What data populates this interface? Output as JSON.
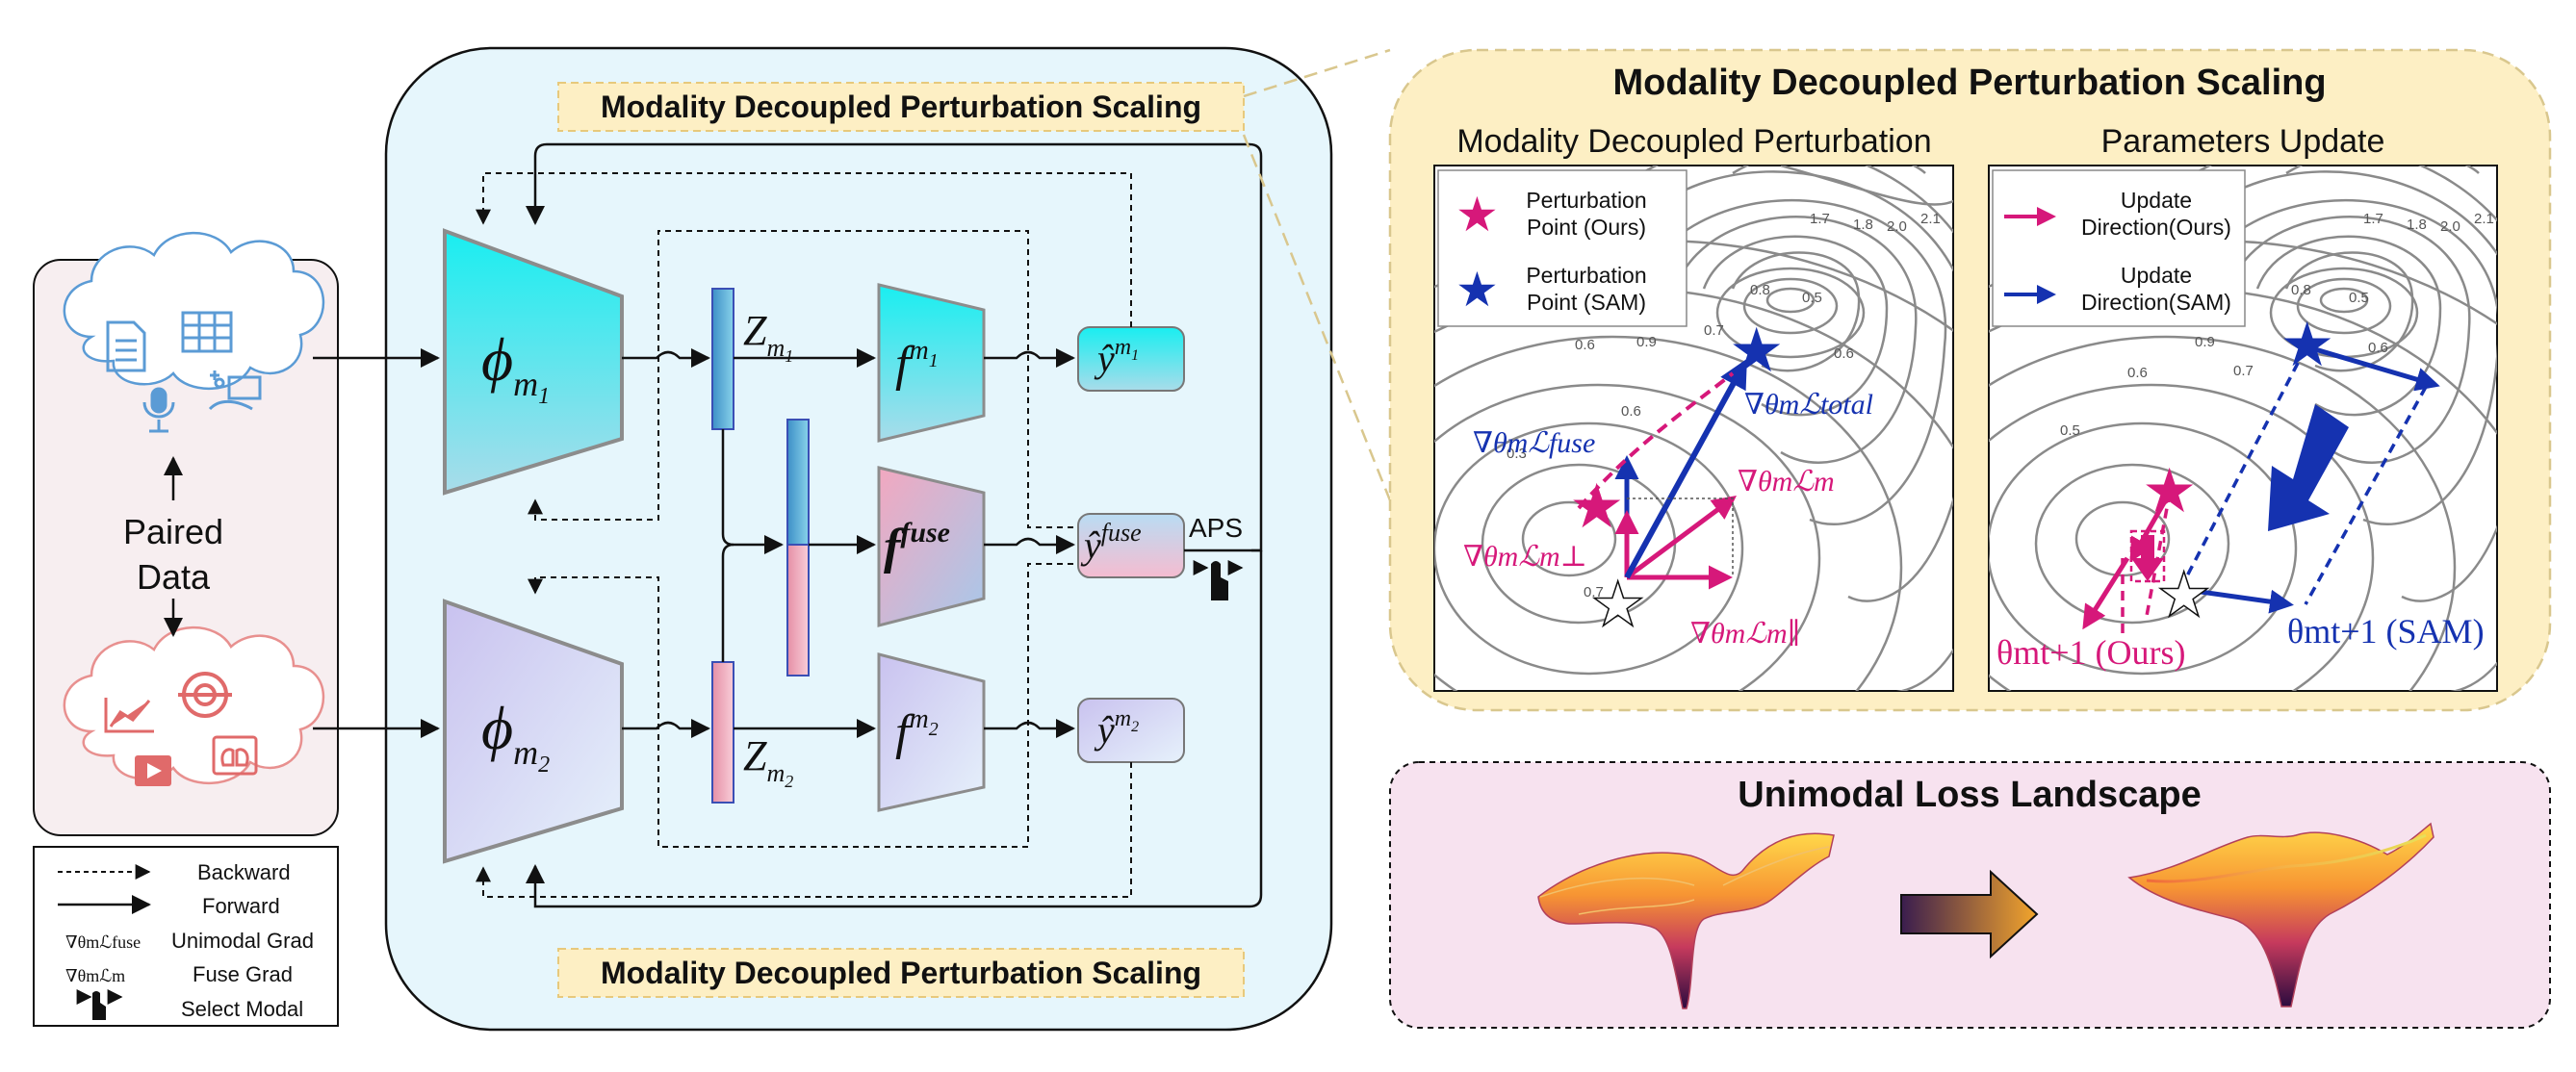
{
  "left_panel": {
    "paired_data_line1": "Paired",
    "paired_data_line2": "Data",
    "legend": {
      "backward": "Backward",
      "forward": "Forward",
      "unimodal_symbol": "∇θmℒfuse",
      "unimodal": "Unimodal Grad",
      "fuse_symbol": "∇θmℒm",
      "fuse": "Fuse Grad",
      "select": "Select Modal"
    }
  },
  "pipeline": {
    "top_banner": "Modality Decoupled Perturbation Scaling",
    "bottom_banner": "Modality Decoupled Perturbation Scaling",
    "encoder1": {
      "base": "ϕ",
      "sub": "m",
      "subsub": "1"
    },
    "encoder2": {
      "base": "ϕ",
      "sub": "m",
      "subsub": "2"
    },
    "z1": {
      "base": "Z",
      "sub": "m",
      "subsub": "1"
    },
    "z2": {
      "base": "Z",
      "sub": "m",
      "subsub": "2"
    },
    "head1": {
      "base": "f",
      "sup": "m",
      "supsub": "1"
    },
    "head_fuse": {
      "base": "f",
      "sup": "fuse"
    },
    "head2": {
      "base": "f",
      "sup": "m",
      "supsub": "2"
    },
    "y1": {
      "base": "ŷ",
      "sup": "m",
      "supsub": "1"
    },
    "y_fuse": {
      "base": "ŷ",
      "sup": "fuse"
    },
    "y2": {
      "base": "ŷ",
      "sup": "m",
      "supsub": "2"
    },
    "aps": "APS"
  },
  "mdps_panel": {
    "title": "Modality Decoupled Perturbation Scaling",
    "left_title": "Modality Decoupled Perturbation",
    "right_title": "Parameters Update",
    "left_legend": [
      {
        "line1": "Perturbation",
        "line2": "Point (Ours)",
        "color": "#d6187a"
      },
      {
        "line1": "Perturbation",
        "line2": "Point (SAM)",
        "color": "#1532b0"
      }
    ],
    "right_legend": [
      {
        "line1": "Update",
        "line2": "Direction(Ours)",
        "color": "#d6187a"
      },
      {
        "line1": "Update",
        "line2": "Direction(SAM)",
        "color": "#1532b0"
      }
    ],
    "contour_labels": [
      "0.3",
      "0.5",
      "0.6",
      "0.7",
      "0.8",
      "0.9",
      "1.7",
      "1.8",
      "2.0",
      "2.1"
    ],
    "labels": {
      "grad_fuse": "∇θmℒfuse",
      "grad_total": "∇θmℒtotal",
      "grad_m": "∇θmℒm",
      "grad_perp": "∇θmℒm⊥",
      "grad_par": "∇θmℒm∥",
      "theta_ours": "θmt+1 (Ours)",
      "theta_sam": "θmt+1 (SAM)"
    }
  },
  "landscape_panel": {
    "title": "Unimodal Loss Landscape"
  },
  "colors": {
    "ours": "#d6187a",
    "sam": "#1532b0",
    "cyan": "#19e8ee",
    "pink": "#f1a7b9",
    "panel_blue": "#e6f6fc",
    "panel_yellow": "#fdefc4",
    "panel_pink": "#f7e2ef"
  }
}
